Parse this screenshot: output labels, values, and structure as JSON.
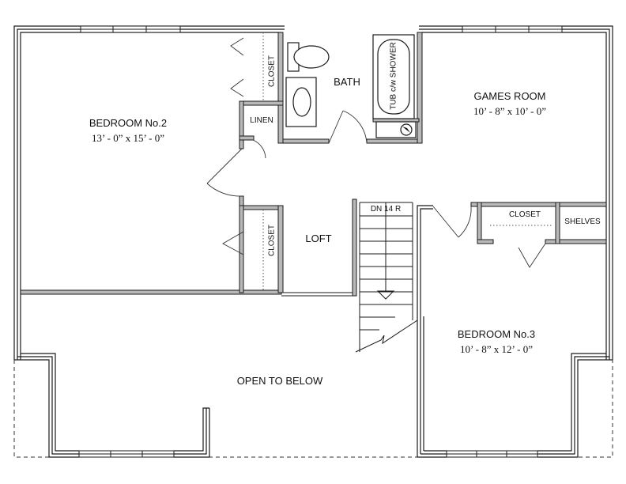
{
  "rooms": {
    "bedroom2": {
      "name": "BEDROOM No.2",
      "size": "13’ - 0” x 15’ - 0”"
    },
    "games": {
      "name": "GAMES ROOM",
      "size": "10’ - 8” x 10’ - 0”"
    },
    "bedroom3": {
      "name": "BEDROOM No.3",
      "size": "10’ - 8” x 12’ - 0”"
    },
    "bath": {
      "name": "BATH"
    },
    "loft": {
      "name": "LOFT"
    },
    "open": {
      "name": "OPEN TO BELOW"
    }
  },
  "labels": {
    "closet_top": "CLOSET",
    "closet_lower": "CLOSET",
    "closet_b3": "CLOSET",
    "linen": "LINEN",
    "shelves": "SHELVES",
    "tub": "TUB c/w SHOWER",
    "stairs": "DN 14 R"
  },
  "colors": {
    "wall_fill": "#b9b9b9",
    "line": "#1a1a1a"
  }
}
